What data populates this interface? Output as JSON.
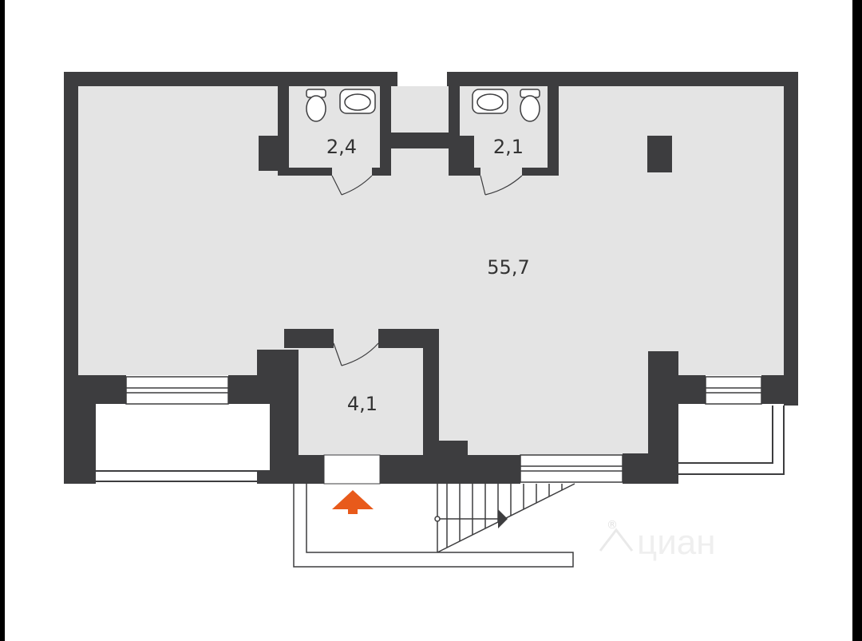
{
  "plan": {
    "rooms": [
      {
        "id": "main-hall",
        "area": "55,7"
      },
      {
        "id": "wc-left",
        "area": "2,4"
      },
      {
        "id": "wc-right",
        "area": "2,1"
      },
      {
        "id": "vestibule",
        "area": "4,1"
      }
    ],
    "entrance_icon": "arrow-up-icon",
    "watermark": "циан",
    "colors": {
      "wall": "#3d3d3f",
      "floor": "#e4e4e4",
      "page": "#ffffff",
      "frame": "#000000",
      "entrance_arrow": "#e85a1b"
    }
  }
}
